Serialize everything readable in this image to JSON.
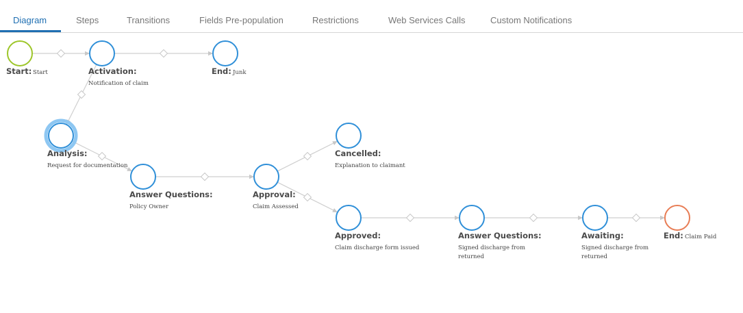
{
  "tabs": [
    {
      "label": "Diagram",
      "active": true
    },
    {
      "label": "Steps",
      "active": false
    },
    {
      "label": "Transitions",
      "active": false
    },
    {
      "label": "Fields Pre-population",
      "active": false
    },
    {
      "label": "Restrictions",
      "active": false
    },
    {
      "label": "Web Services Calls",
      "active": false
    },
    {
      "label": "Custom Notifications",
      "active": false
    }
  ],
  "colors": {
    "accent": "#1f6fb2",
    "node_default": "#2f8fd8",
    "node_start": "#9dc629",
    "node_end_paid": "#e87d55",
    "node_selected_halo": "#8ec7f2"
  },
  "diagram": {
    "nodes": [
      {
        "id": "start",
        "title": "Start:",
        "subtitle": "Start",
        "kind": "start"
      },
      {
        "id": "activation",
        "title": "Activation:",
        "subtitle": "Notification of claim",
        "kind": "step"
      },
      {
        "id": "end_junk",
        "title": "End:",
        "subtitle": "Junk",
        "kind": "step"
      },
      {
        "id": "analysis",
        "title": "Analysis:",
        "subtitle": "Request for documentation",
        "kind": "selected"
      },
      {
        "id": "answer1",
        "title": "Answer Questions:",
        "subtitle": "Policy Owner",
        "kind": "step"
      },
      {
        "id": "approval",
        "title": "Approval:",
        "subtitle": "Claim Assessed",
        "kind": "step"
      },
      {
        "id": "cancelled",
        "title": "Cancelled:",
        "subtitle": "Explanation to claimant",
        "kind": "step"
      },
      {
        "id": "approved",
        "title": "Approved:",
        "subtitle": "Claim discharge form issued",
        "kind": "step"
      },
      {
        "id": "answer2",
        "title": "Answer Questions:",
        "subtitle": "Signed discharge from returned",
        "kind": "step"
      },
      {
        "id": "awaiting",
        "title": "Awaiting:",
        "subtitle": "Signed discharge from returned",
        "kind": "step"
      },
      {
        "id": "end_paid",
        "title": "End:",
        "subtitle": "Claim Paid",
        "kind": "end"
      }
    ],
    "edges": [
      {
        "from": "start",
        "to": "activation"
      },
      {
        "from": "activation",
        "to": "end_junk"
      },
      {
        "from": "activation",
        "to": "analysis"
      },
      {
        "from": "analysis",
        "to": "answer1"
      },
      {
        "from": "answer1",
        "to": "approval"
      },
      {
        "from": "approval",
        "to": "cancelled"
      },
      {
        "from": "approval",
        "to": "approved"
      },
      {
        "from": "approved",
        "to": "answer2"
      },
      {
        "from": "answer2",
        "to": "awaiting"
      },
      {
        "from": "awaiting",
        "to": "end_paid"
      }
    ]
  }
}
